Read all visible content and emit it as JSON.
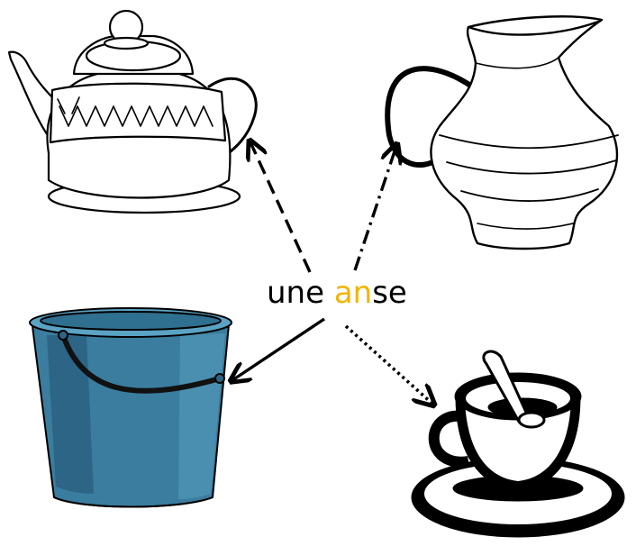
{
  "word": {
    "prefix": "une ",
    "highlight": "an",
    "suffix": "se"
  },
  "colors": {
    "highlight": "#f4b400",
    "ink": "#000000",
    "bucket_body": "#3a7d9f",
    "bucket_shade": "#2c6585",
    "bucket_rim": "#5aa3c4"
  },
  "illustrations": [
    "teapot",
    "jug",
    "bucket",
    "cup-and-saucer"
  ],
  "arrows": [
    {
      "target": "teapot",
      "style": "dashed"
    },
    {
      "target": "jug",
      "style": "dash-dot"
    },
    {
      "target": "bucket",
      "style": "solid"
    },
    {
      "target": "cup-and-saucer",
      "style": "dotted"
    }
  ]
}
